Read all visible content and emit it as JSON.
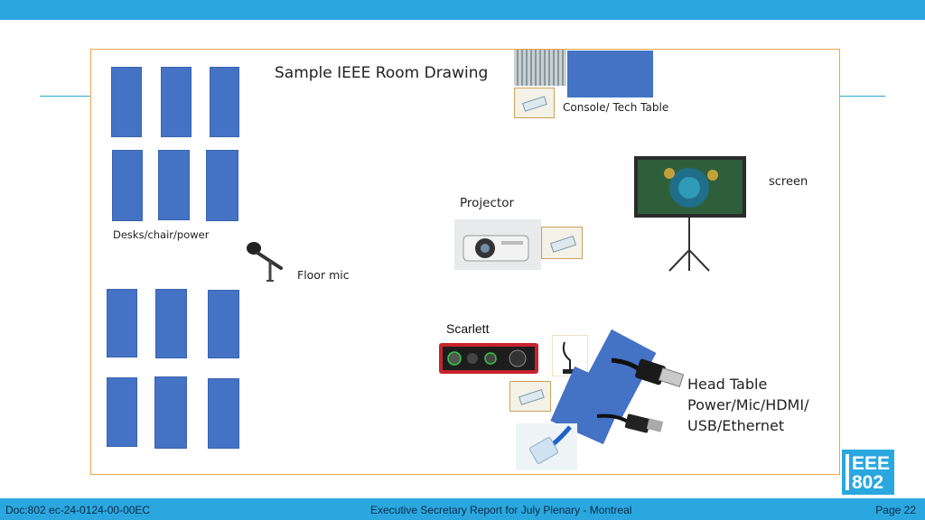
{
  "slide": {
    "title": "Sample IEEE Room Drawing",
    "labels": {
      "console": "Console/ Tech Table",
      "screen": "screen",
      "projector": "Projector",
      "desks": "Desks/chair/power",
      "floor_mic": "Floor mic",
      "scarlett": "Scarlett",
      "head_table_1": "Head Table",
      "head_table_2": "Power/Mic/HDMI/",
      "head_table_3": "USB/Ethernet"
    }
  },
  "footer": {
    "doc": "Doc:802 ec-24-0124-00-00EC",
    "center": "Executive Secretary Report for July Plenary - Montreal",
    "page": "Page 22"
  },
  "logo": {
    "line1": "EEE",
    "line2": "802"
  },
  "colors": {
    "accent": "#2aa7df",
    "desk": "#4472c4",
    "frame": "#f0a54a"
  }
}
